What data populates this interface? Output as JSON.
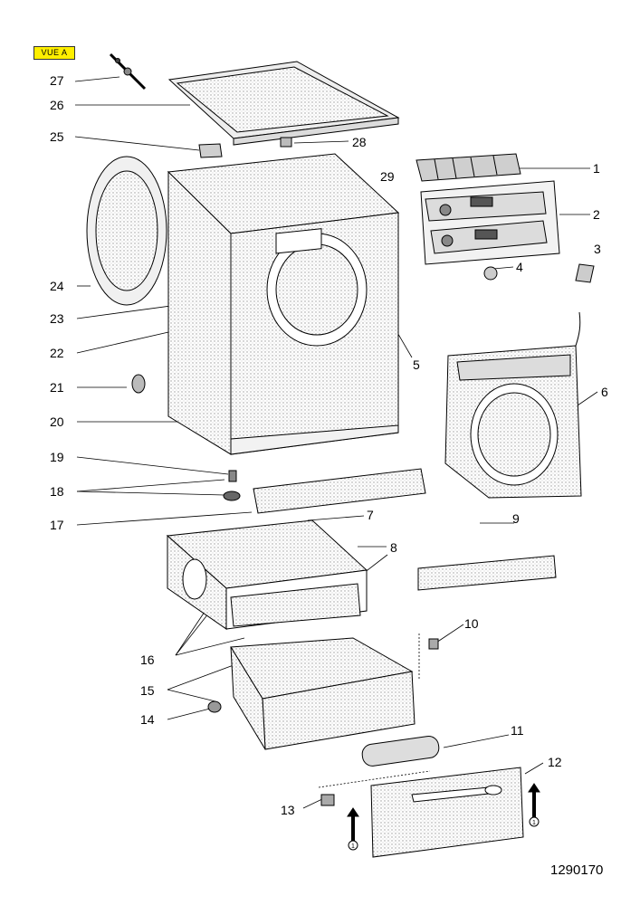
{
  "view_label": "VUE A",
  "document_number": "1290170",
  "arrow_badge_glyph": "1",
  "callouts": [
    {
      "id": "27",
      "label": "27"
    },
    {
      "id": "26",
      "label": "26"
    },
    {
      "id": "25",
      "label": "25"
    },
    {
      "id": "28",
      "label": "28"
    },
    {
      "id": "1",
      "label": "1"
    },
    {
      "id": "29",
      "label": "29"
    },
    {
      "id": "2",
      "label": "2"
    },
    {
      "id": "3",
      "label": "3"
    },
    {
      "id": "4",
      "label": "4"
    },
    {
      "id": "24",
      "label": "24"
    },
    {
      "id": "23",
      "label": "23"
    },
    {
      "id": "22",
      "label": "22"
    },
    {
      "id": "5",
      "label": "5"
    },
    {
      "id": "21",
      "label": "21"
    },
    {
      "id": "6",
      "label": "6"
    },
    {
      "id": "20",
      "label": "20"
    },
    {
      "id": "19",
      "label": "19"
    },
    {
      "id": "18",
      "label": "18"
    },
    {
      "id": "17",
      "label": "17"
    },
    {
      "id": "7",
      "label": "7"
    },
    {
      "id": "9",
      "label": "9"
    },
    {
      "id": "8",
      "label": "8"
    },
    {
      "id": "16",
      "label": "16"
    },
    {
      "id": "10",
      "label": "10"
    },
    {
      "id": "15",
      "label": "15"
    },
    {
      "id": "14",
      "label": "14"
    },
    {
      "id": "11",
      "label": "11"
    },
    {
      "id": "12",
      "label": "12"
    },
    {
      "id": "13",
      "label": "13"
    }
  ],
  "colors": {
    "line": "#000000",
    "stipple": "#bdbdbd",
    "panel": "#e6e6e6",
    "badge": "#ffef00"
  }
}
